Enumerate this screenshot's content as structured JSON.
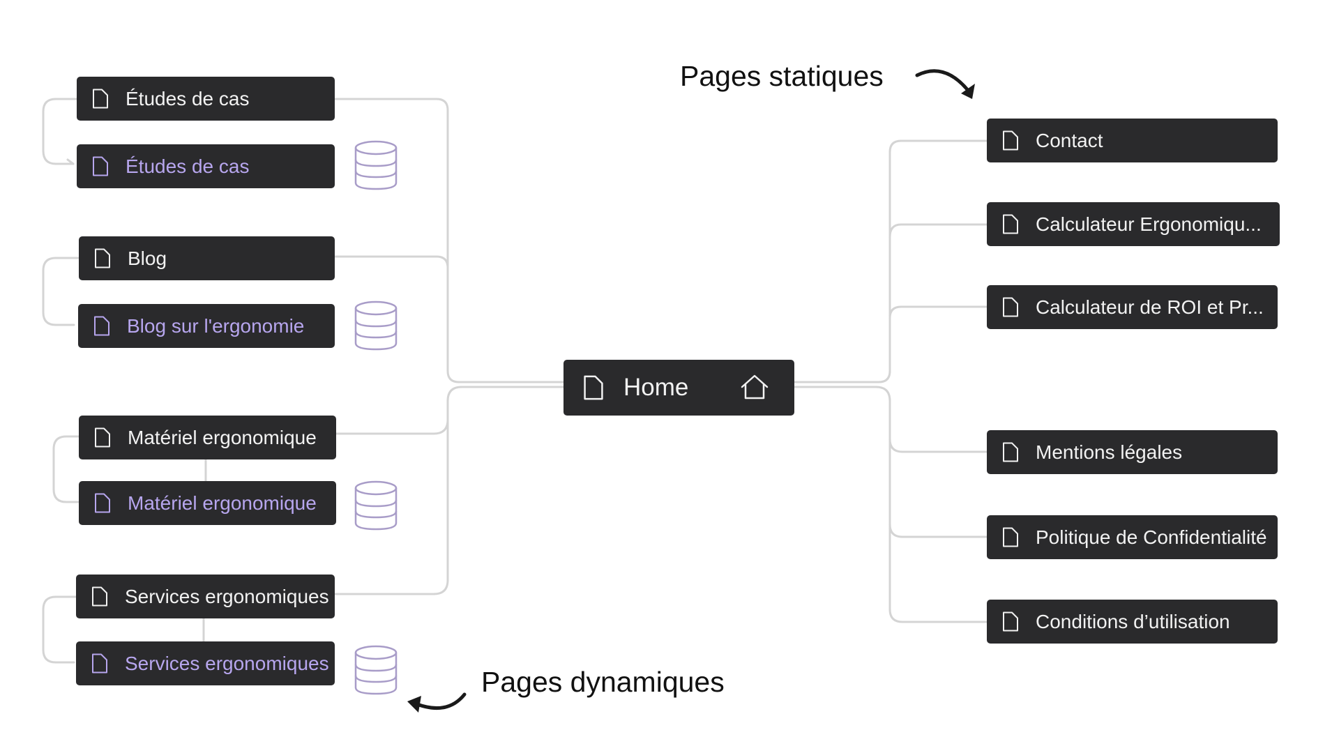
{
  "diagram": {
    "home": {
      "label": "Home",
      "icons": [
        "file-icon",
        "home-icon"
      ]
    },
    "dynamic_groups": [
      {
        "parent": "Études de cas",
        "collection": "Études de cas"
      },
      {
        "parent": "Blog",
        "collection": "Blog sur l'ergonomie"
      },
      {
        "parent": "Matériel ergonomique",
        "collection": "Matériel ergonomique"
      },
      {
        "parent": "Services ergonomiques",
        "collection": "Services ergonomiques"
      }
    ],
    "static_pages": [
      "Contact",
      "Calculateur Ergonomiqu...",
      "Calculateur de ROI et Pr...",
      "Mentions légales",
      "Politique de Confidentialité",
      "Conditions d’utilisation"
    ],
    "callouts": {
      "static": "Pages statiques",
      "dynamic": "Pages dynamiques"
    },
    "icons": {
      "page": "file-icon",
      "collection": "database-icon",
      "home": "home-icon"
    },
    "colors": {
      "node_background": "#2a2a2c",
      "node_text": "#f2f2f2",
      "collection_text": "#b7a6ee",
      "database_icon": "#a89cc8",
      "connector": "#d4d4d4"
    }
  }
}
